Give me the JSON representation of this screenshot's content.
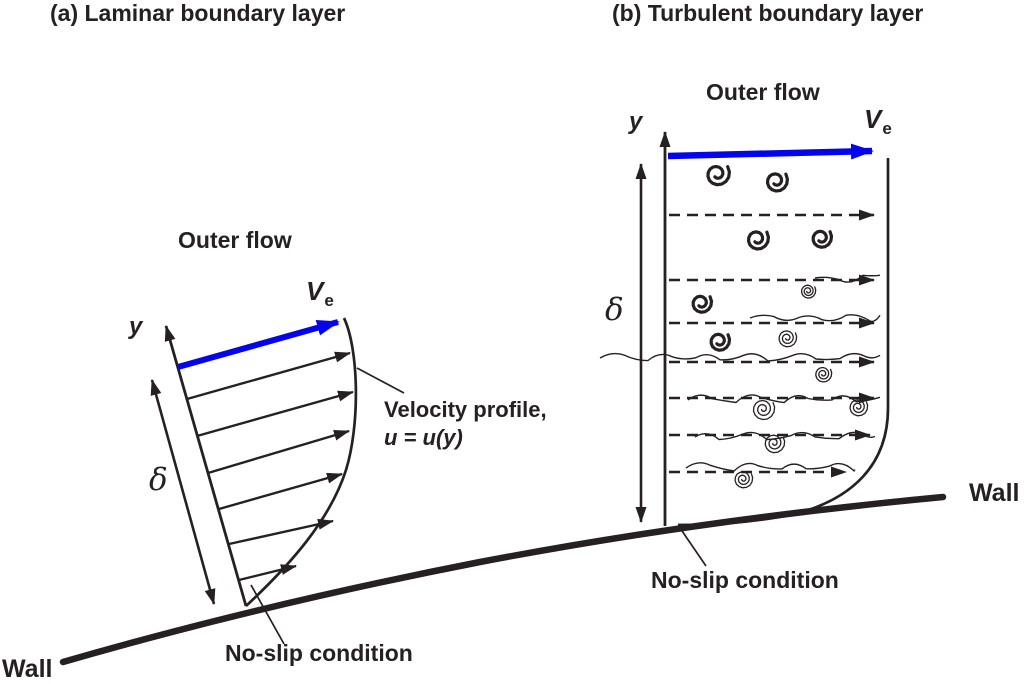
{
  "figure": {
    "description": "Comparison of laminar and turbulent boundary layer velocity profiles over a wall"
  },
  "colors": {
    "ink": "#262120",
    "accent_blue": "#0404ee",
    "paper": "#ffffff"
  },
  "labels": {
    "title_a": "(a) Laminar boundary layer",
    "title_b": "(b) Turbulent boundary layer",
    "outer_flow_a": "Outer flow",
    "outer_flow_b": "Outer flow",
    "y_axis": "y",
    "delta": "δ",
    "ve_main": "V",
    "ve_sub": "e",
    "profile_caption_line1": "Velocity profile,",
    "profile_caption_line2": "u = u(y)",
    "noslip_a": "No-slip condition",
    "noslip_b": "No-slip condition",
    "wall_left": "Wall",
    "wall_right": "Wall"
  },
  "icons": {
    "vortex": "vortex-icon",
    "flow_arrow": "flow-arrow-icon",
    "boundary_thickness_arrow": "delta-extent-arrow"
  }
}
